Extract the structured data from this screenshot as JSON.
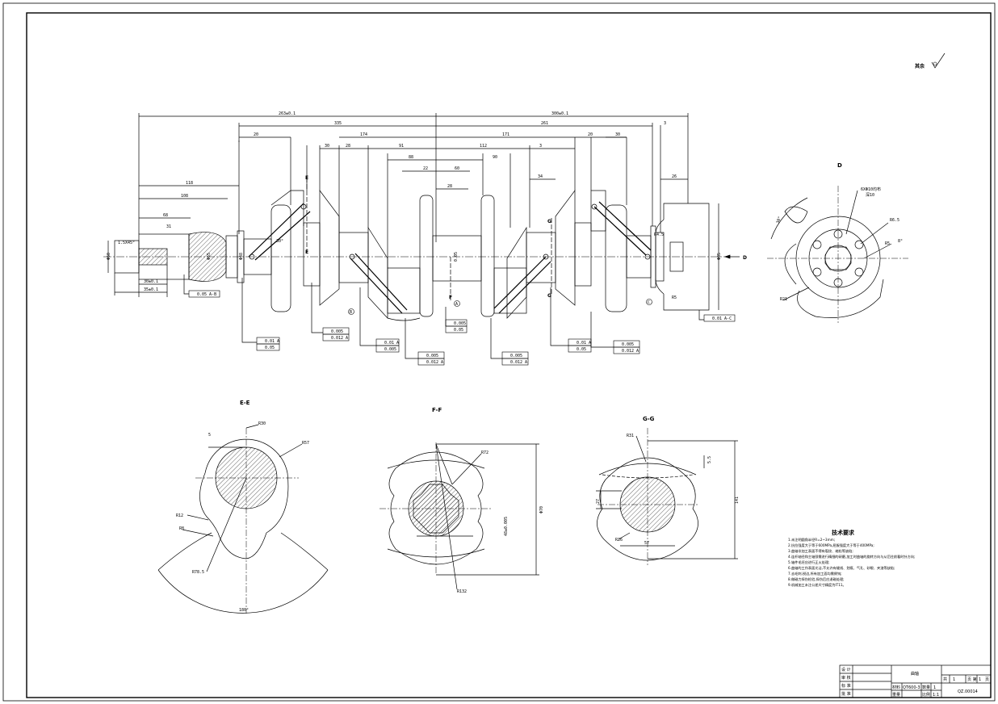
{
  "roughness_note": "其余",
  "section_labels": {
    "D": "D",
    "EE": "E-E",
    "FF": "F-F",
    "GG": "G-G"
  },
  "view_markers": [
    "E",
    "E",
    "F",
    "F",
    "G",
    "G",
    "D"
  ],
  "datum_markers": [
    "B",
    "A",
    "C"
  ],
  "dimensions": {
    "overall_left": "263±0.1",
    "overall_right": "300±0.1",
    "d335": "335",
    "d261": "261",
    "d174": "174",
    "d171": "171",
    "d91": "91",
    "d112": "112",
    "d88": "88",
    "d60": "60",
    "d90": "90",
    "d22": "22",
    "d28": "28",
    "d30a": "30",
    "d30b": "30",
    "d3a": "3",
    "d3b": "3",
    "d34": "34",
    "d26": "26",
    "d118": "118",
    "d108": "108",
    "d68": "68",
    "d31": "31",
    "d20_l": "20",
    "d20_r": "20",
    "d28_tol": "28",
    "thread": "1.5X45°",
    "d30_l": "30±0.1",
    "d35_l": "35±0.1",
    "r5": "R5",
    "r4_5": "R4.5",
    "r6_5": "R6.5",
    "r21": "R21",
    "r5_1": "R5",
    "holes": "6XΦ10均布",
    "deep": "深10",
    "phi50": "Φ50",
    "phi85": "Φ85",
    "phi48": "Φ48",
    "phi55": "Φ55",
    "ang30": "30°",
    "ang8": "8°"
  },
  "gdt": {
    "left_main": [
      "0.01 A",
      "0.05"
    ],
    "crank1": [
      "0.005",
      "0.012 A"
    ],
    "crank2": [
      "0.01 A",
      "0.005"
    ],
    "center": [
      "0.005",
      "0.012 A"
    ],
    "center_b": [
      "0.005",
      "0.05"
    ],
    "crank3": [
      "0.005",
      "0.012 A"
    ],
    "right_main": [
      "0.01 A",
      "0.05"
    ],
    "right_crank": [
      "0.005",
      "0.012 A"
    ],
    "flange": "0.01 A-C",
    "front": "0.05 A-B"
  },
  "sections": {
    "ee_dims": [
      "R30",
      "R57",
      "R12",
      "R8",
      "R78.5",
      "180°",
      "5"
    ],
    "ff_dims": [
      "R72",
      "R132",
      "Φ70",
      "48±0.005"
    ],
    "gg_dims": [
      "R31",
      "R26",
      "57",
      "27",
      "141",
      "5.5"
    ]
  },
  "tech": {
    "title": "技术要求",
    "items": [
      "1.未注明圆角半径R=2~3mm;",
      "2.抗拉强度大于等于600MPa,屈服强度大于等于400MPa;",
      "3.曲轴非加工表面不得有裂纹、缩松等缺陷;",
      "4.连杆轴径和主轴颈需进行精细的研磨,加工时曲轴的旋转方向与从后往前看时针方向;",
      "5.轴件毛坯应进行正火处理;",
      "6.曲轴的工作表面光洁,不允许有缝线、划痕、气孔、砂眼、夹渣等缺陷;",
      "7.去毛刺,锐边,所有加工面均需倒钝;",
      "8.做磁力探伤检验,探伤后应退磁处理;",
      "9.机械加工未注公差尺寸精度为IT11。"
    ]
  },
  "title_block": {
    "design": "设 计",
    "check": "审 核",
    "std": "标 准",
    "approve": "批 准",
    "part_name": "曲轴",
    "material_label": "材料",
    "material": "QT600-3",
    "qty_label": "数量",
    "qty": "1",
    "weight_label": "重量",
    "scale_label": "比例",
    "scale": "1:1",
    "sheets_total": "共",
    "sheets_total_n": "1",
    "sheets_page": "页 第",
    "sheets_page_n": "1",
    "sheets_end": "页",
    "drawing_no": "QZ.00014"
  }
}
